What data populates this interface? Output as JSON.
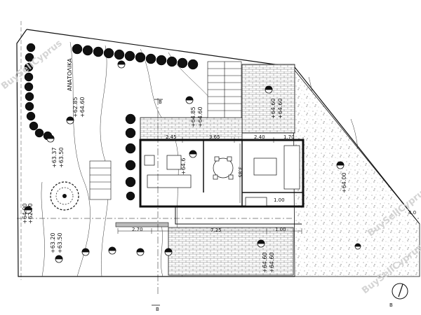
{
  "plan": {
    "label_side": "ΑΝΑΤΟΛΙΚΑ",
    "dimensions_top": [
      "2.45",
      "3.65",
      "2.40",
      "1.70"
    ],
    "dimension_bottom_left": "2.70",
    "dimension_bottom_mid": "7.25",
    "dimension_bottom_right": "1.00",
    "dimension_right_room": "1.00",
    "dimension_right_side": "4.0",
    "dimension_vertical_mid": "3.85",
    "levels": {
      "north_strip": "+62.85",
      "north_strip_b": "+64.60",
      "top_patio": "+64.85",
      "top_patio_b": "+64.60",
      "right_patio": "+64.60",
      "right_patio_b": "+64.60",
      "west_lawn": "+63.37",
      "west_lawn_b": "+63.50",
      "west_edge": "+62.90",
      "west_edge_b": "+64.00",
      "south_left": "+63.20",
      "south_left_b": "+63.50",
      "south_patio": "+64.60",
      "south_patio_b": "+64.60",
      "garden_right": "+64.00",
      "living_room": "+64.6"
    },
    "watermarks": [
      "BuySellCyprus",
      "BuySellCyprus",
      "BuySellCyprus"
    ],
    "compass_letter": "B",
    "section_marks": [
      "B",
      "B"
    ]
  }
}
